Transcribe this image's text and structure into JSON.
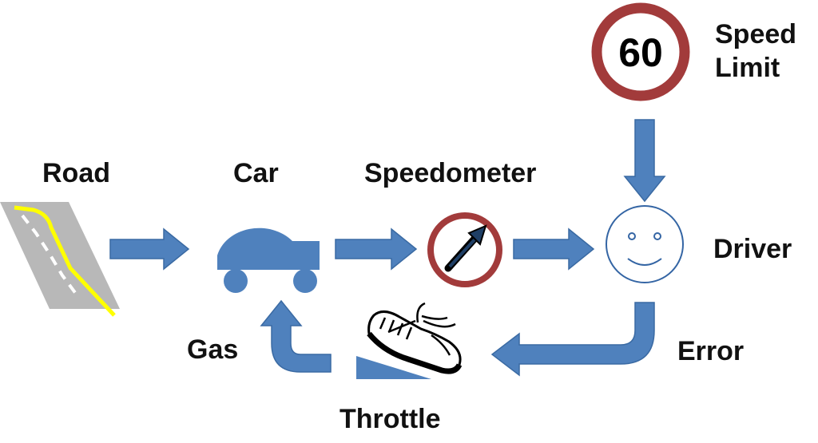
{
  "labels": {
    "road": "Road",
    "car": "Car",
    "speedometer": "Speedometer",
    "speed_limit_line1": "Speed",
    "speed_limit_line2": "Limit",
    "driver": "Driver",
    "error": "Error",
    "gas": "Gas",
    "throttle": "Throttle"
  },
  "speed_sign": {
    "value": "60"
  },
  "colors": {
    "arrow": "#4f81bd",
    "arrow_stroke": "#3a6aa3",
    "sign_ring": "#a23b3b",
    "road_surface": "#b8b8b8",
    "road_line": "#ffff00",
    "face": "#3465a4"
  },
  "icons": {
    "road": "road-icon",
    "car": "car-icon",
    "speedometer": "speedometer-icon",
    "speed_sign": "speed-limit-sign-icon",
    "driver": "smiley-face-icon",
    "throttle": "shoe-on-pedal-icon"
  }
}
